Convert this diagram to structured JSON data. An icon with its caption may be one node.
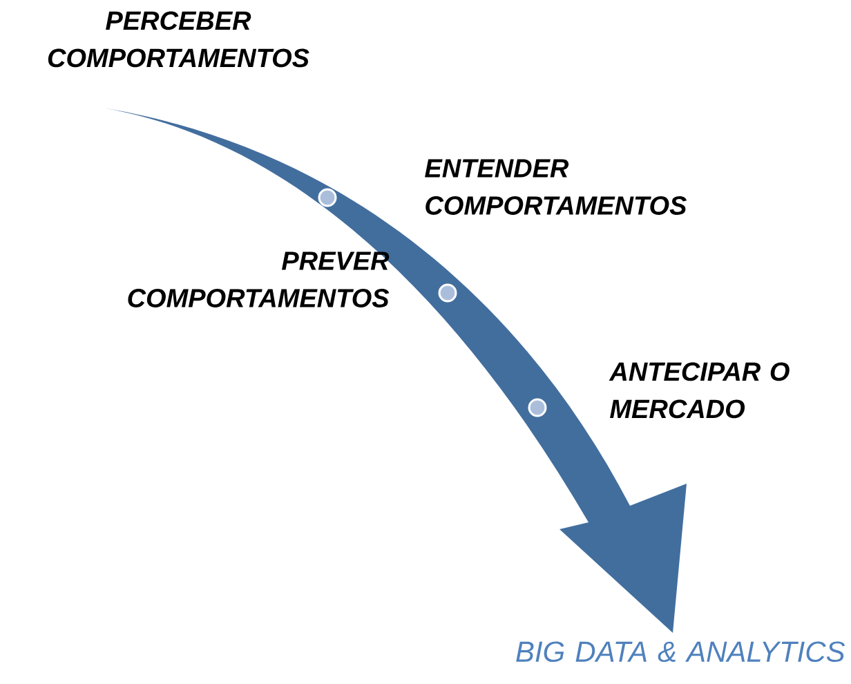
{
  "diagram": {
    "labels": [
      "PERCEBER COMPORTAMENTOS",
      "ENTENDER COMPORTAMENTOS",
      "PREVER COMPORTAMENTOS",
      "ANTECIPAR O MERCADO",
      "BIG DATA & ANALYTICS"
    ]
  }
}
